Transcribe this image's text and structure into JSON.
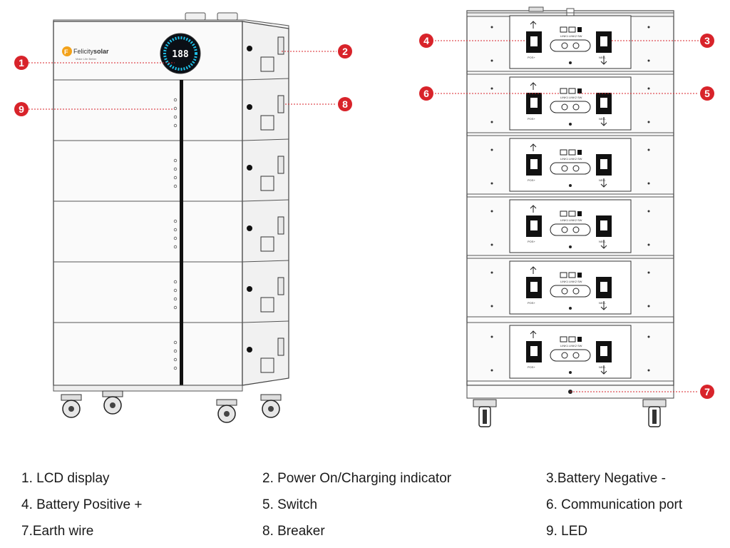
{
  "brand": {
    "name_prefix": "Felicity",
    "name_suffix": "solar",
    "tagline": "Make Life Better"
  },
  "lcd": {
    "value": "188"
  },
  "accent_color": "#d8232a",
  "rear_panel": {
    "link1": "LINK1",
    "link2": "LINK2",
    "sw": "SW",
    "pos_label": "POS+",
    "neg_label": "NEG-"
  },
  "callouts": [
    {
      "num": "1"
    },
    {
      "num": "2"
    },
    {
      "num": "3"
    },
    {
      "num": "4"
    },
    {
      "num": "5"
    },
    {
      "num": "6"
    },
    {
      "num": "7"
    },
    {
      "num": "8"
    },
    {
      "num": "9"
    }
  ],
  "legend": [
    "1. LCD display",
    "2. Power On/Charging indicator",
    "3.Battery  Negative  -",
    "4. Battery Positive +",
    "5. Switch",
    "6. Communication port",
    "7.Earth wire",
    "8. Breaker",
    "9. LED"
  ]
}
